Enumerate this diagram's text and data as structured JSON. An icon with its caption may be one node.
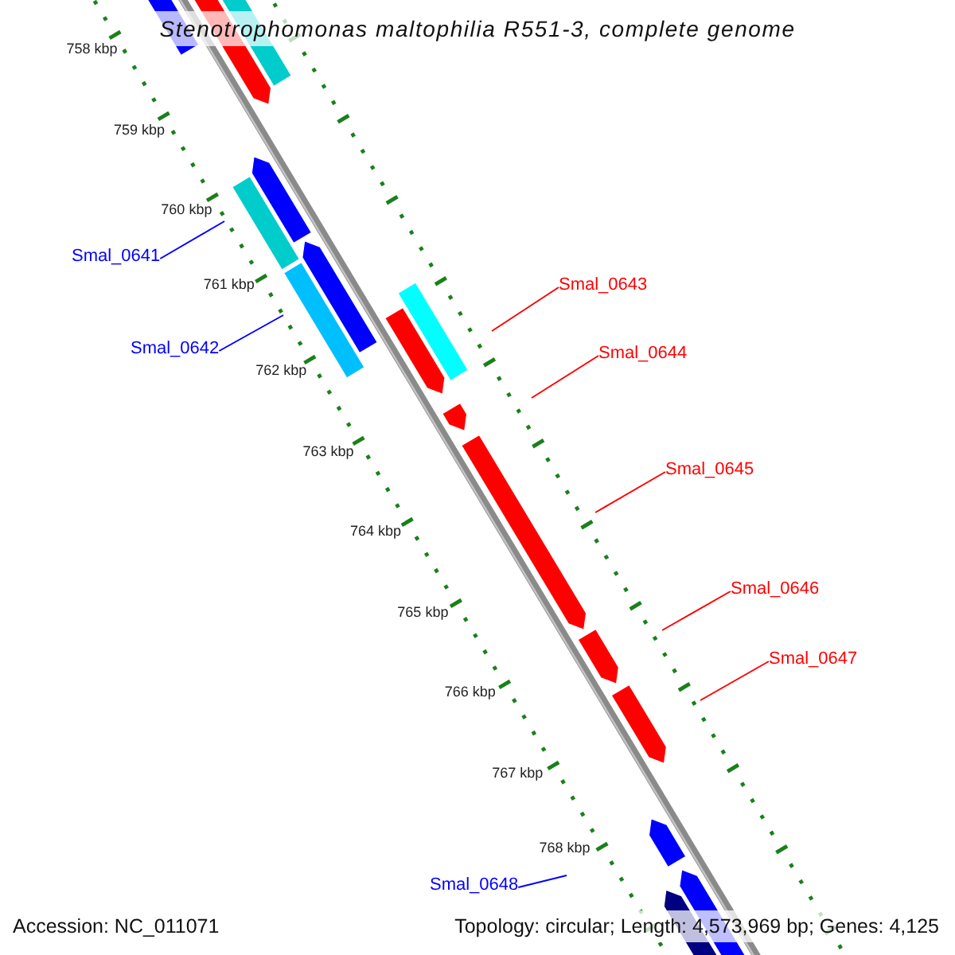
{
  "diagram": {
    "title": "Stenotrophomonas maltophilia R551-3, complete genome",
    "nodes": [
      {
        "text": [
          "Smal_0641"
        ]
      },
      {
        "text": [
          "Smal_0642"
        ]
      },
      {
        "text": [
          "Smal_0643"
        ]
      },
      {
        "text": [
          "Smal_0644"
        ]
      },
      {
        "text": [
          "Smal_0645"
        ]
      },
      {
        "text": [
          "Smal_0646"
        ]
      },
      {
        "text": [
          "Smal_0647"
        ]
      },
      {
        "text": [
          "Smal_0648"
        ]
      }
    ],
    "edges": [
      {
        "from": 0,
        "to": null,
        "arrow": "none",
        "color": "#0000ff"
      },
      {
        "from": 1,
        "to": null,
        "arrow": "none",
        "color": "#0000ff"
      },
      {
        "from": 2,
        "to": null,
        "arrow": "none"
      },
      {
        "from": 3,
        "to": null,
        "arrow": "none"
      },
      {
        "from": 4,
        "to": null,
        "arrow": "none"
      },
      {
        "from": 5,
        "to": null,
        "arrow": "none"
      },
      {
        "from": 6,
        "to": null,
        "arrow": "none"
      },
      {
        "from": 7,
        "to": null,
        "arrow": "none",
        "color": "#0000ff"
      }
    ],
    "labels": [
      "758 kbp",
      "759 kbp",
      "760 kbp",
      "761 kbp",
      "762 kbp",
      "763 kbp",
      "764 kbp",
      "765 kbp",
      "766 kbp",
      "767 kbp",
      "768 kbp",
      "Accession: NC_011071",
      "Topology: circular; Length: 4,573,969 bp; Genes: 4,125"
    ]
  }
}
